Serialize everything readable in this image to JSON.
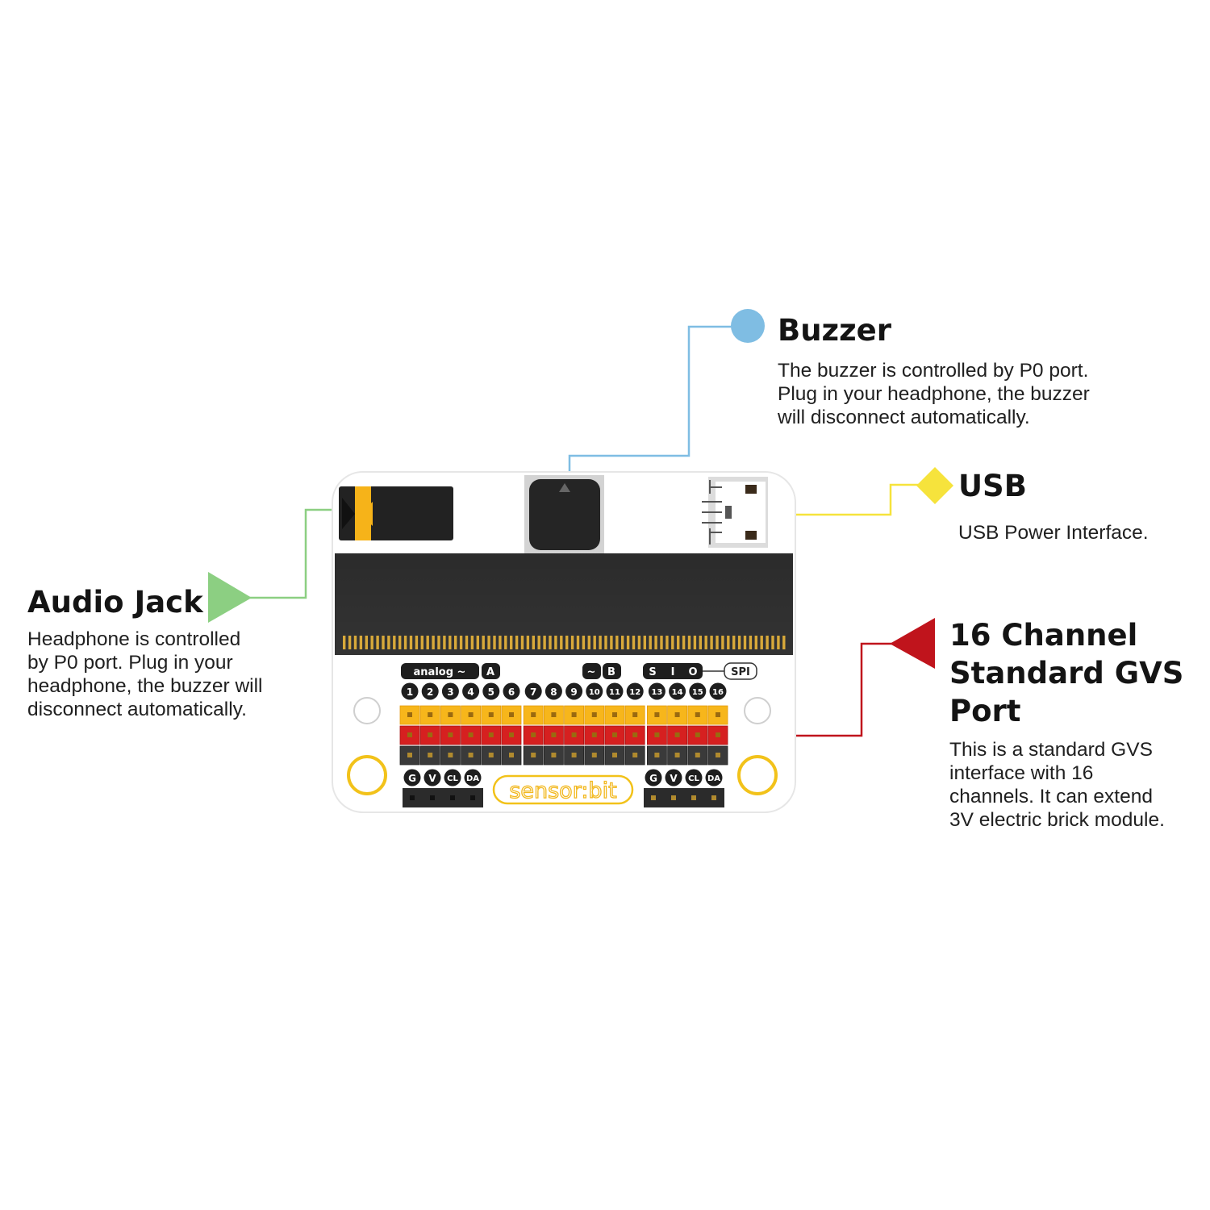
{
  "callouts": {
    "buzzer": {
      "title": "Buzzer",
      "lines": [
        "The buzzer is controlled by P0 port.",
        "Plug in your headphone, the buzzer",
        "will disconnect automatically."
      ],
      "color": "#7fbde3"
    },
    "usb": {
      "title": "USB",
      "lines": [
        "USB Power Interface."
      ],
      "color": "#f6e33c"
    },
    "audio_jack": {
      "title": "Audio Jack",
      "lines": [
        "Headphone is controlled",
        "by P0 port. Plug in your",
        "headphone, the buzzer will",
        "disconnect automatically."
      ],
      "color": "#8ccf82"
    },
    "gvs": {
      "title_lines": [
        "16 Channel",
        "Standard GVS",
        "Port"
      ],
      "lines": [
        "This is a standard GVS",
        "interface with 16",
        "channels. It can extend",
        "3V electric brick module."
      ],
      "color": "#c0141c"
    }
  },
  "board": {
    "brand": "sensor:bit",
    "labels": {
      "analog": "analog ~",
      "a": "A",
      "tilde_b": "~",
      "b": "B",
      "s": "S",
      "i": "I",
      "o": "O",
      "spi": "SPI"
    },
    "pins": [
      "1",
      "2",
      "3",
      "4",
      "5",
      "6",
      "7",
      "8",
      "9",
      "10",
      "11",
      "12",
      "13",
      "14",
      "15",
      "16"
    ],
    "i2c_left": [
      "G",
      "V",
      "CL",
      "DA"
    ],
    "i2c_right": [
      "G",
      "V",
      "CL",
      "DA"
    ],
    "colors": {
      "signal": "#f7b61b",
      "power": "#d62020",
      "ground": "#3a3a3a",
      "ring": "#f2c21a"
    }
  }
}
